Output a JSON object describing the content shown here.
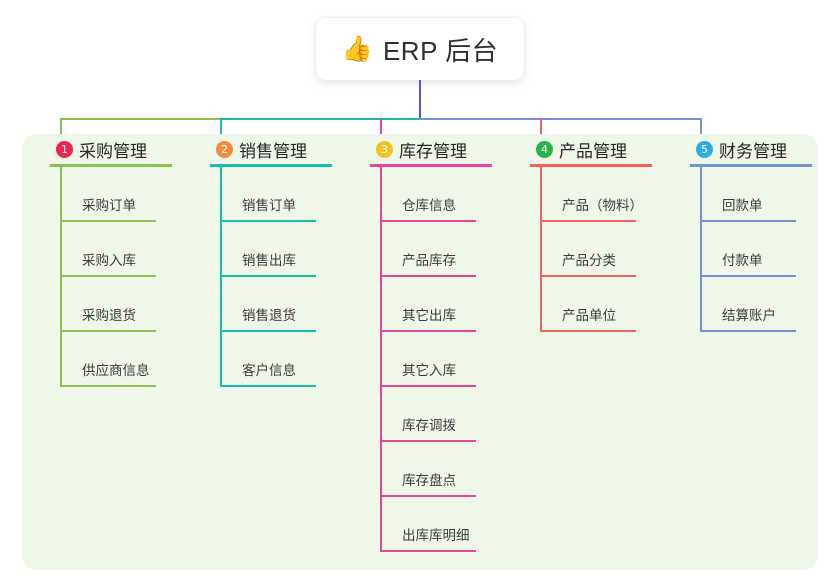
{
  "root": {
    "icon": "thumbs-up-emoji",
    "icon_glyph": "👍",
    "label": "ERP 后台"
  },
  "panel": {
    "background": "#eff7e9"
  },
  "connector": {
    "root_drop_color": "#5b57c4",
    "segments": [
      {
        "name": "purchase",
        "color": "#8cc152"
      },
      {
        "name": "sales",
        "color": "#18bcaa"
      },
      {
        "name": "inventory",
        "color": "#e8449a"
      },
      {
        "name": "product",
        "color": "#f0635f"
      },
      {
        "name": "finance",
        "color": "#7490d8"
      }
    ]
  },
  "columns": [
    {
      "index": "1",
      "badge_glyph": "1",
      "badge_color": "#e8264f",
      "line_color": "#8cc152",
      "title": "采购管理",
      "items": [
        {
          "label": "采购订单"
        },
        {
          "label": "采购入库"
        },
        {
          "label": "采购退货"
        },
        {
          "label": "供应商信息"
        }
      ]
    },
    {
      "index": "2",
      "badge_glyph": "2",
      "badge_color": "#f08c3c",
      "line_color": "#18bcaa",
      "title": "销售管理",
      "items": [
        {
          "label": "销售订单"
        },
        {
          "label": "销售出库"
        },
        {
          "label": "销售退货"
        },
        {
          "label": "客户信息"
        }
      ]
    },
    {
      "index": "3",
      "badge_glyph": "3",
      "badge_color": "#f5c026",
      "line_color": "#e8449a",
      "title": "库存管理",
      "items": [
        {
          "label": "仓库信息"
        },
        {
          "label": "产品库存"
        },
        {
          "label": "其它出库"
        },
        {
          "label": "其它入库"
        },
        {
          "label": "库存调拨"
        },
        {
          "label": "库存盘点"
        },
        {
          "label": "出库库明细"
        }
      ]
    },
    {
      "index": "4",
      "badge_glyph": "4",
      "badge_color": "#28b44b",
      "line_color": "#f0635f",
      "title": "产品管理",
      "items": [
        {
          "label": "产品（物料）"
        },
        {
          "label": "产品分类"
        },
        {
          "label": "产品单位"
        }
      ]
    },
    {
      "index": "5",
      "badge_glyph": "5",
      "badge_color": "#2aaee0",
      "line_color": "#7490d8",
      "title": "财务管理",
      "items": [
        {
          "label": "回款单"
        },
        {
          "label": "付款单"
        },
        {
          "label": "结算账户"
        }
      ]
    }
  ]
}
